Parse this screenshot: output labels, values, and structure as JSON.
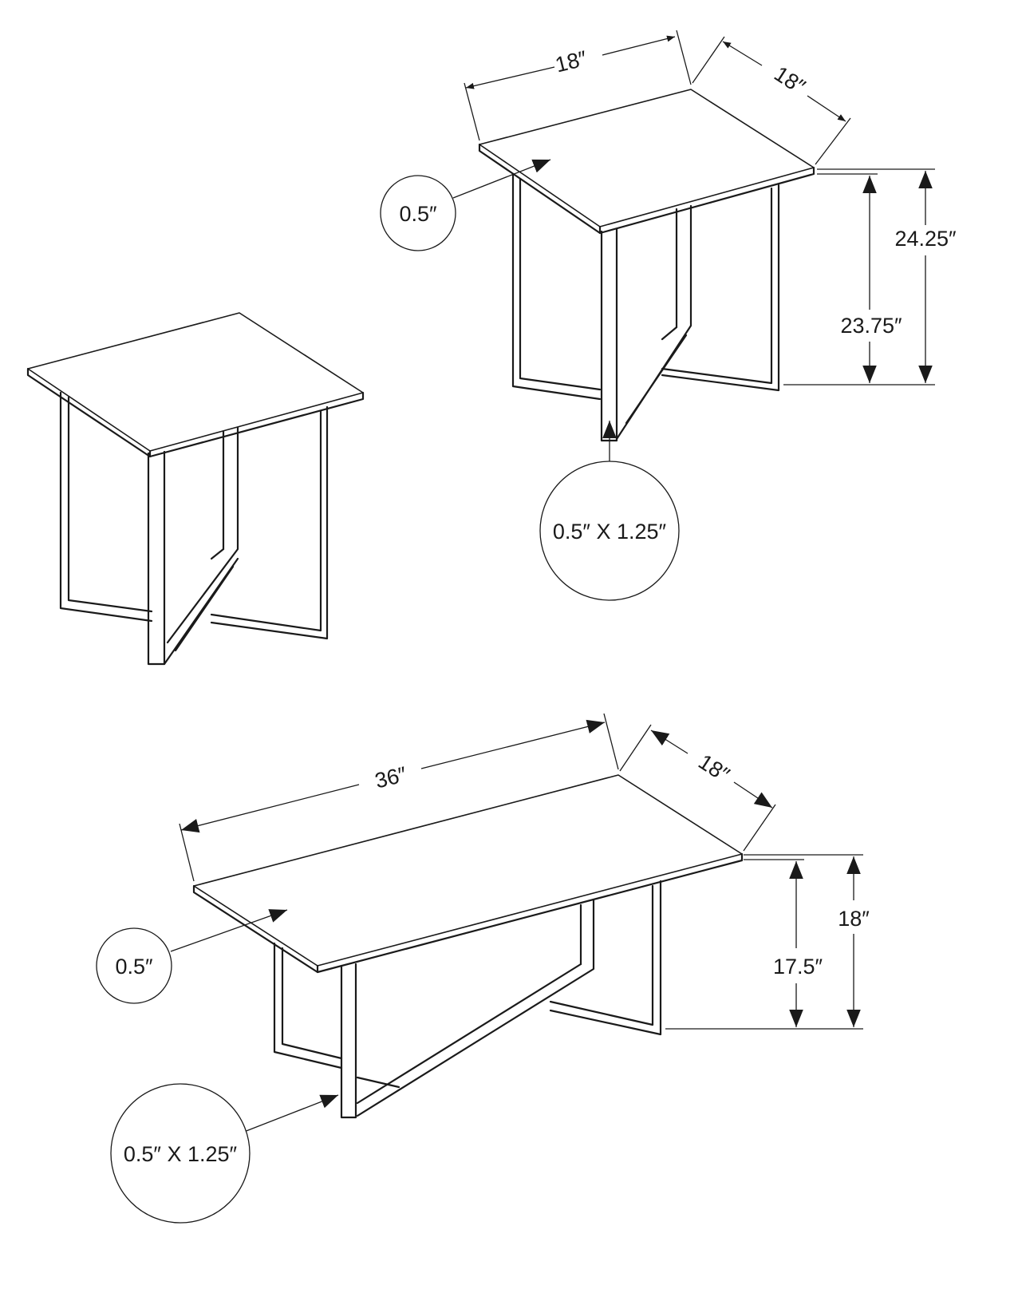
{
  "end_table_top_view": {
    "width": "18″",
    "depth": "18″",
    "overall_height": "24.25″",
    "leg_height": "23.75″",
    "top_thickness": "0.5″",
    "leg_profile": "0.5″ X 1.25″"
  },
  "coffee_table": {
    "width": "36″",
    "depth": "18″",
    "overall_height": "18″",
    "leg_height": "17.5″",
    "top_thickness": "0.5″",
    "leg_profile": "0.5″ X 1.25″"
  },
  "colors": {
    "line": "#1a1a1a",
    "background": "#ffffff"
  }
}
